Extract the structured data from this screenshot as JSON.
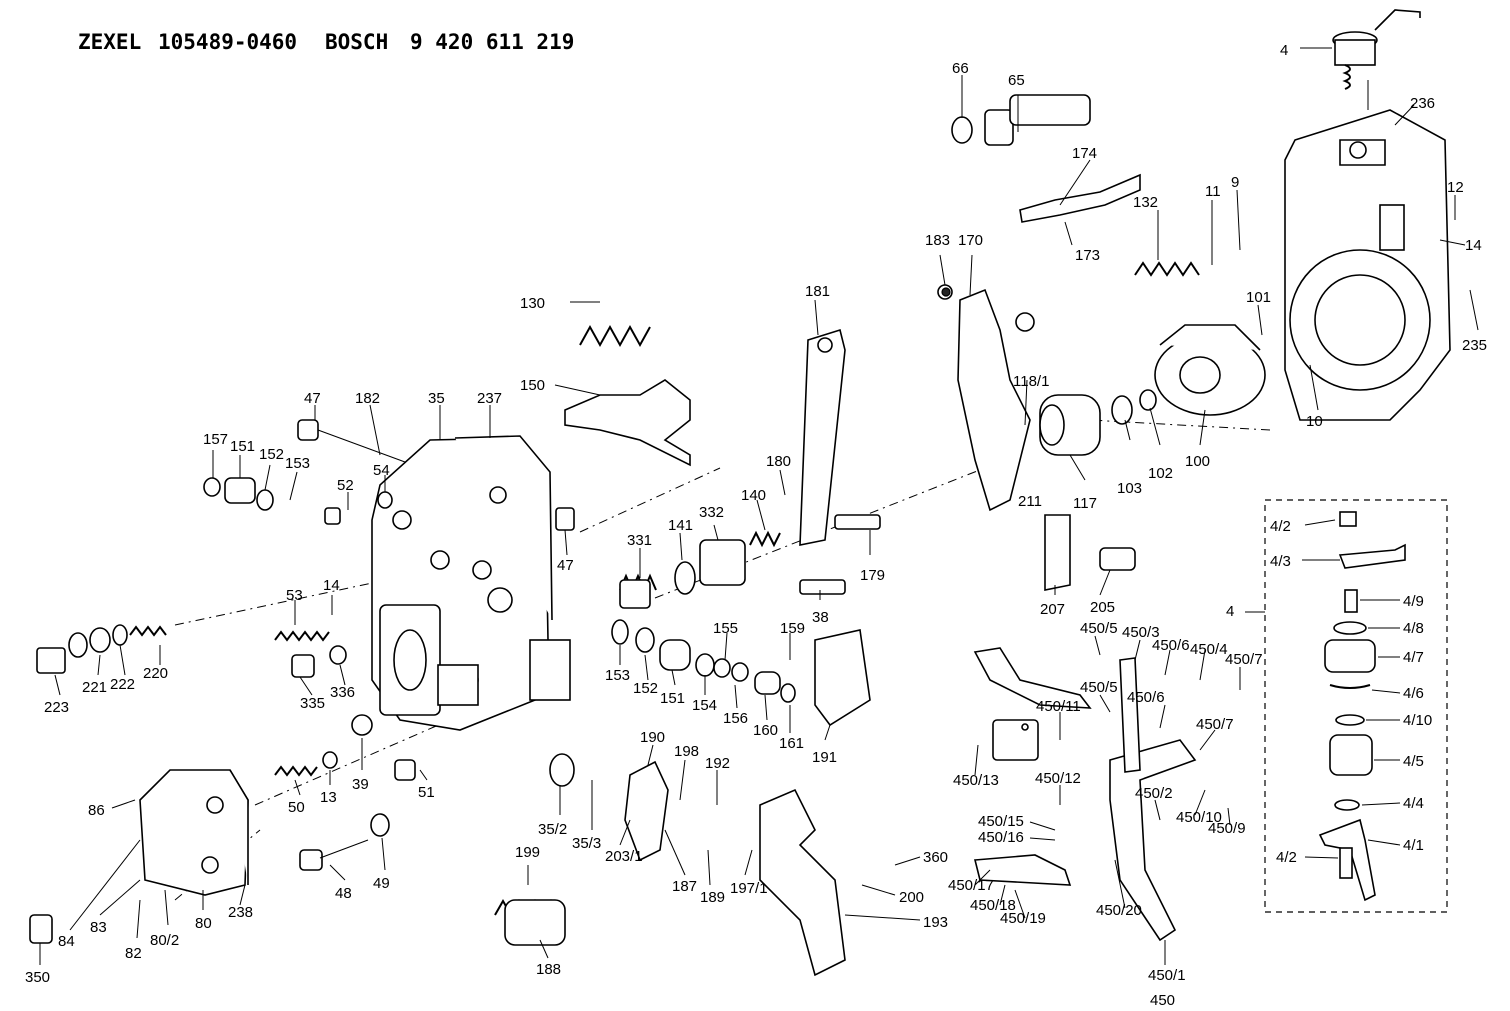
{
  "header": {
    "brand1": "ZEXEL",
    "code1": "105489-0460",
    "brand2": "BOSCH",
    "code2": "9 420 611 219"
  },
  "labels": {
    "l4": "4",
    "l65": "65",
    "l66": "66",
    "l236": "236",
    "l174": "174",
    "l173": "173",
    "l132": "132",
    "l11": "11",
    "l9": "9",
    "l12": "12",
    "l14a": "14",
    "l235": "235",
    "l183": "183",
    "l170": "170",
    "l101": "101",
    "l10": "10",
    "l181": "181",
    "l130": "130",
    "l150": "150",
    "l118_1": "118/1",
    "l117": "117",
    "l103": "103",
    "l102": "102",
    "l100": "100",
    "l47a": "47",
    "l182": "182",
    "l35": "35",
    "l237": "237",
    "l157": "157",
    "l151a": "151",
    "l152a": "152",
    "l153a": "153",
    "l54": "54",
    "l52": "52",
    "l47b": "47",
    "l180": "180",
    "l140": "140",
    "l141": "141",
    "l332": "332",
    "l331": "331",
    "l179": "179",
    "l38": "38",
    "l211": "211",
    "l207": "207",
    "l205": "205",
    "l4_2a": "4/2",
    "l4_3": "4/3",
    "l4_9": "4/9",
    "l4_8": "4/8",
    "l4_7": "4/7",
    "l4_6": "4/6",
    "l4_10": "4/10",
    "l4_5": "4/5",
    "l4_4": "4/4",
    "l4_1": "4/1",
    "l4_2b": "4/2",
    "l4b": "4",
    "l53": "53",
    "l14b": "14",
    "l336": "336",
    "l335": "335",
    "l220": "220",
    "l222": "222",
    "l221": "221",
    "l223": "223",
    "l155": "155",
    "l159": "159",
    "l153b": "153",
    "l152b": "152",
    "l151b": "151",
    "l154": "154",
    "l156": "156",
    "l160": "160",
    "l161": "161",
    "l191": "191",
    "l39": "39",
    "l13": "13",
    "l50": "50",
    "l51": "51",
    "l86": "86",
    "l84": "84",
    "l83": "83",
    "l82": "82",
    "l80_2": "80/2",
    "l80": "80",
    "l238": "238",
    "l350": "350",
    "l49": "49",
    "l48": "48",
    "l35_2": "35/2",
    "l35_3": "35/3",
    "l203_1": "203/1",
    "l190": "190",
    "l198": "198",
    "l192": "192",
    "l187": "187",
    "l189": "189",
    "l197_1": "197/1",
    "l199": "199",
    "l188": "188",
    "l193": "193",
    "l200": "200",
    "l360": "360",
    "l450_5a": "450/5",
    "l450_3": "450/3",
    "l450_6a": "450/6",
    "l450_4": "450/4",
    "l450_7a": "450/7",
    "l450_5b": "450/5",
    "l450_11": "450/11",
    "l450_6b": "450/6",
    "l450_7b": "450/7",
    "l450_13": "450/13",
    "l450_12": "450/12",
    "l450_2": "450/2",
    "l450_10": "450/10",
    "l450_9": "450/9",
    "l450_15": "450/15",
    "l450_16": "450/16",
    "l450_17": "450/17",
    "l450_18": "450/18",
    "l450_19": "450/19",
    "l450_20": "450/20",
    "l450_1": "450/1",
    "l450": "450"
  }
}
